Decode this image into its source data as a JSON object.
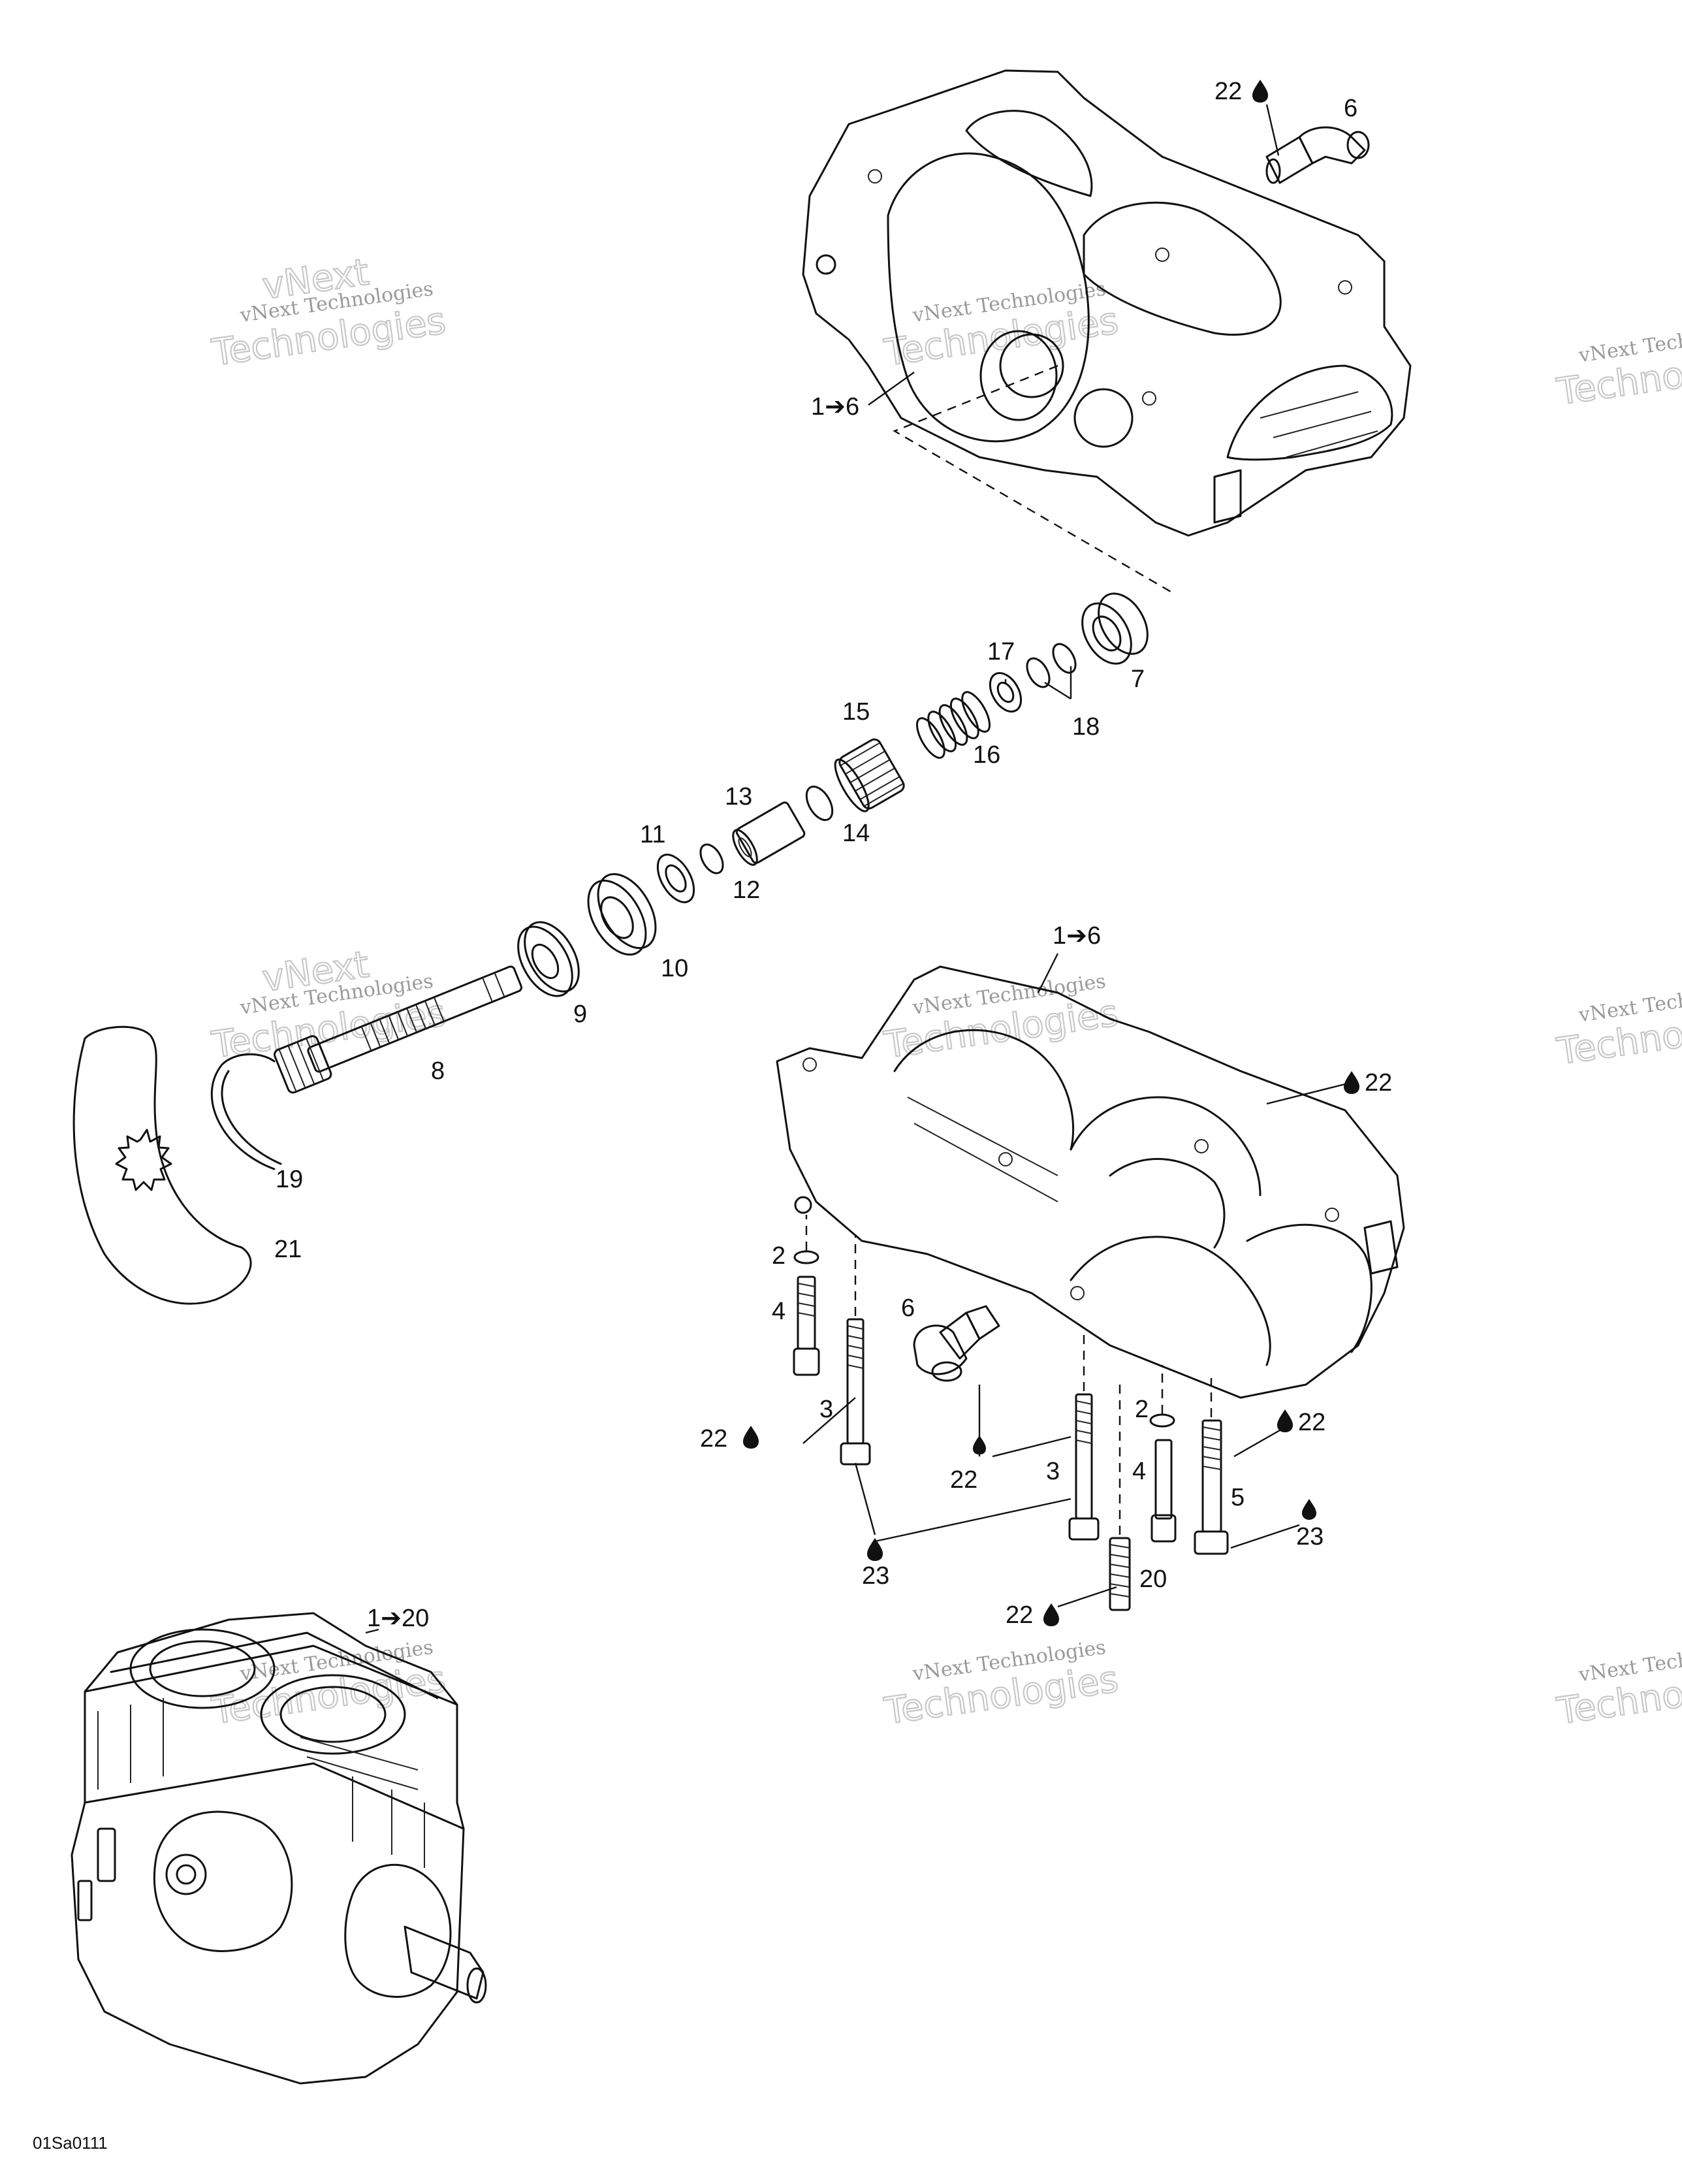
{
  "figure_code": "01Sa0111",
  "watermark": {
    "line1": "vNext Technologies",
    "line2": "Technologies",
    "line3": "vNext"
  },
  "callouts": {
    "c1_6_top": "1➔6",
    "c1_6_mid": "1➔6",
    "c1_20": "1➔20",
    "c2a": "2",
    "c2b": "2",
    "c3a": "3",
    "c3b": "3",
    "c4a": "4",
    "c4b": "4",
    "c5": "5",
    "c6_top": "6",
    "c6_mid": "6",
    "c7": "7",
    "c8": "8",
    "c9": "9",
    "c10": "10",
    "c11": "11",
    "c12": "12",
    "c13": "13",
    "c14": "14",
    "c15": "15",
    "c16": "16",
    "c17": "17",
    "c18": "18",
    "c19": "19",
    "c20": "20",
    "c21": "21",
    "c22_top": "22",
    "c22_right": "22",
    "c22_left": "22",
    "c22_mid": "22",
    "c22_right2": "22",
    "c22_bottom": "22",
    "c23_left": "23",
    "c23_right": "23"
  }
}
